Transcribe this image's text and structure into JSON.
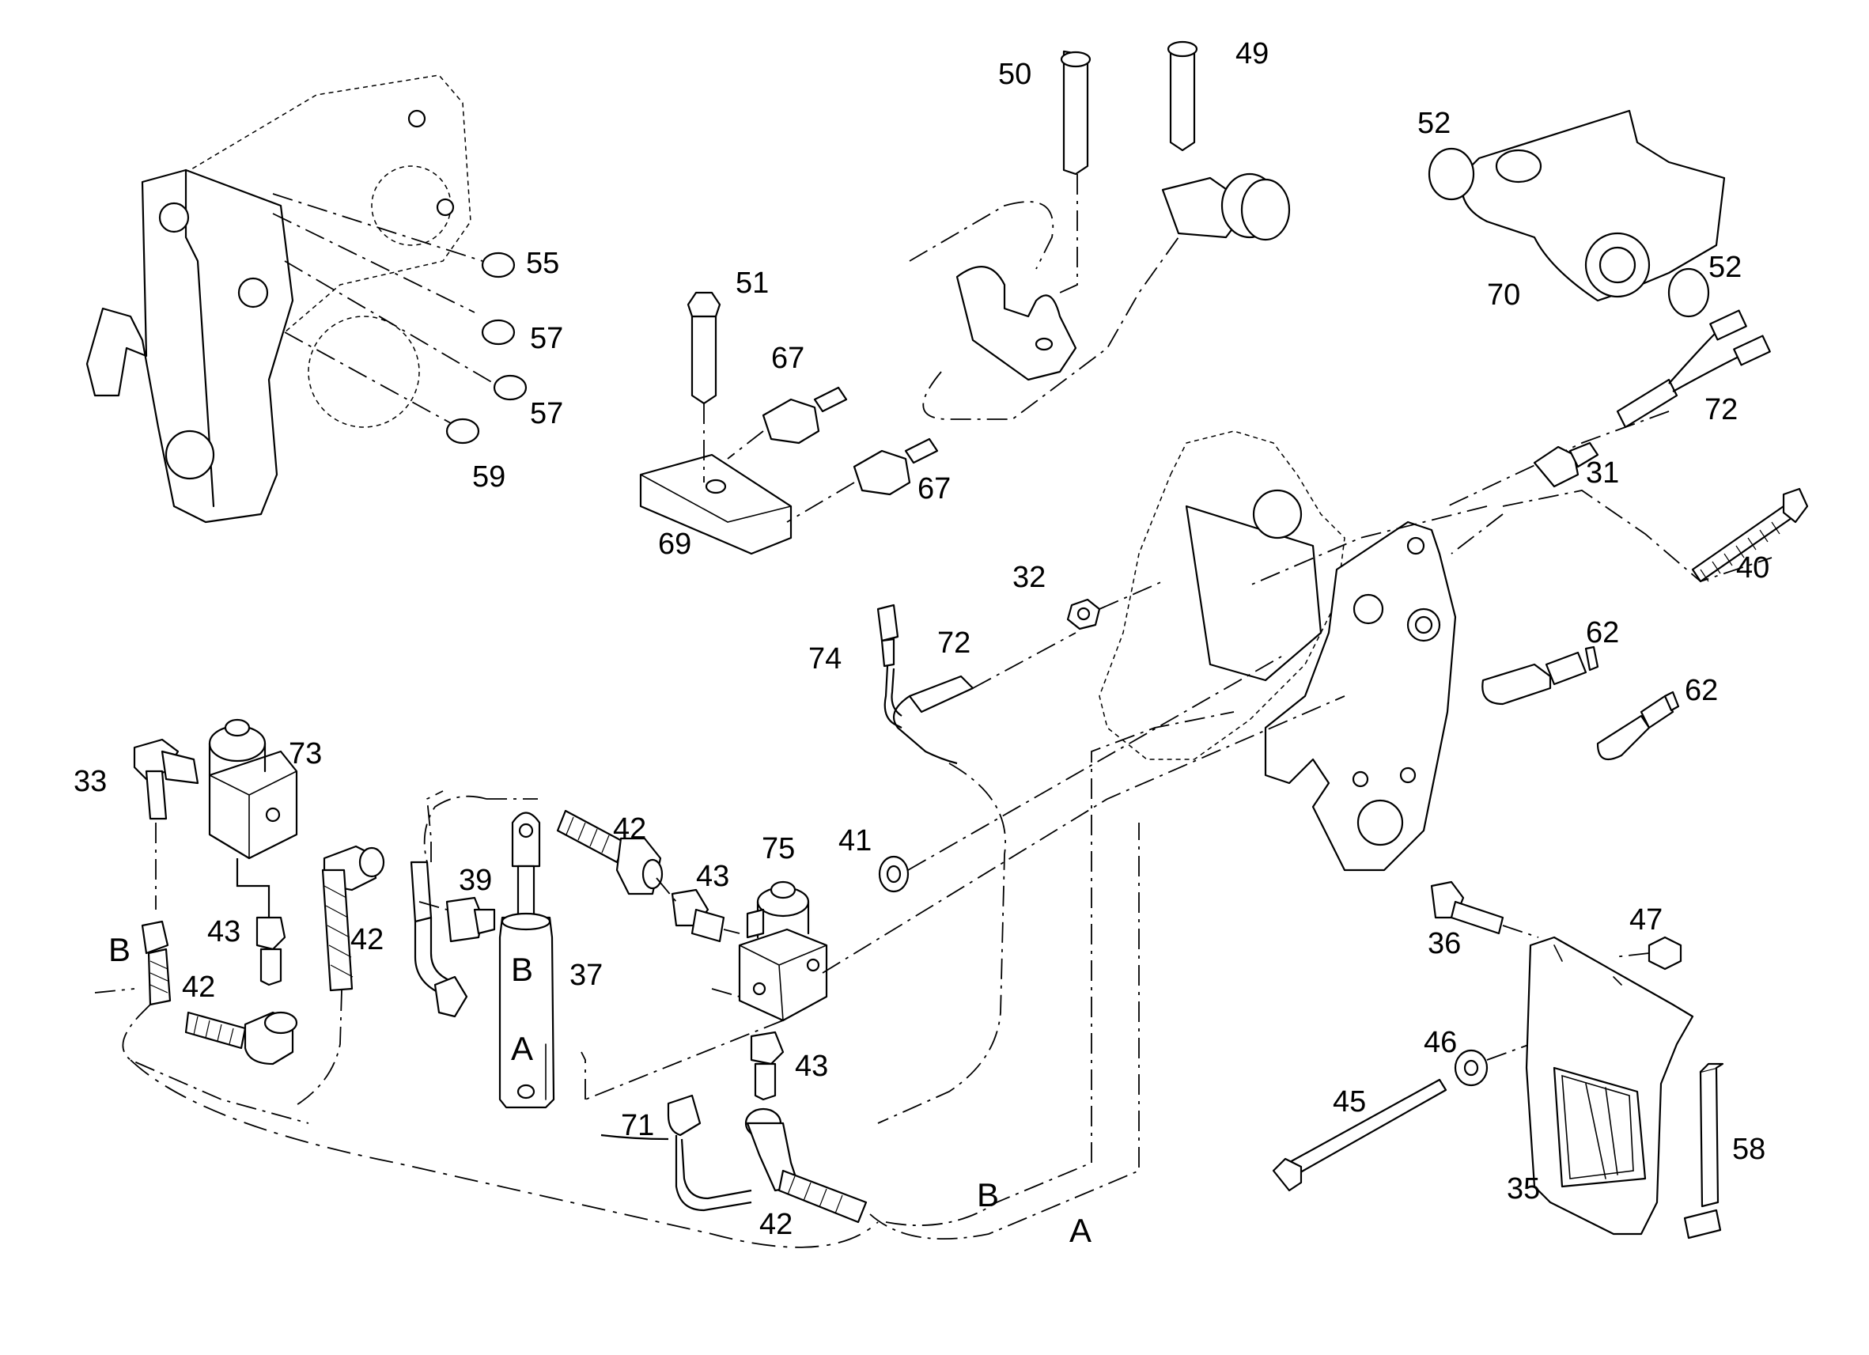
{
  "callouts": [
    {
      "id": "50",
      "text": "50"
    },
    {
      "id": "49",
      "text": "49"
    },
    {
      "id": "52a",
      "text": "52"
    },
    {
      "id": "52b",
      "text": "52"
    },
    {
      "id": "70",
      "text": "70"
    },
    {
      "id": "72a",
      "text": "72"
    },
    {
      "id": "55",
      "text": "55"
    },
    {
      "id": "57a",
      "text": "57"
    },
    {
      "id": "57b",
      "text": "57"
    },
    {
      "id": "59",
      "text": "59"
    },
    {
      "id": "51",
      "text": "51"
    },
    {
      "id": "67a",
      "text": "67"
    },
    {
      "id": "67b",
      "text": "67"
    },
    {
      "id": "69",
      "text": "69"
    },
    {
      "id": "31",
      "text": "31"
    },
    {
      "id": "40",
      "text": "40"
    },
    {
      "id": "32",
      "text": "32"
    },
    {
      "id": "74",
      "text": "74"
    },
    {
      "id": "72b",
      "text": "72"
    },
    {
      "id": "62a",
      "text": "62"
    },
    {
      "id": "62b",
      "text": "62"
    },
    {
      "id": "33",
      "text": "33"
    },
    {
      "id": "73",
      "text": "73"
    },
    {
      "id": "42a",
      "text": "42"
    },
    {
      "id": "43a",
      "text": "43"
    },
    {
      "id": "75",
      "text": "75"
    },
    {
      "id": "41",
      "text": "41"
    },
    {
      "id": "39",
      "text": "39"
    },
    {
      "id": "42b",
      "text": "42"
    },
    {
      "id": "43b",
      "text": "43"
    },
    {
      "id": "37",
      "text": "37"
    },
    {
      "id": "42c",
      "text": "42"
    },
    {
      "id": "43c",
      "text": "43"
    },
    {
      "id": "71",
      "text": "71"
    },
    {
      "id": "42d",
      "text": "42"
    },
    {
      "id": "36",
      "text": "36"
    },
    {
      "id": "47",
      "text": "47"
    },
    {
      "id": "46",
      "text": "46"
    },
    {
      "id": "45",
      "text": "45"
    },
    {
      "id": "58",
      "text": "58"
    },
    {
      "id": "35",
      "text": "35"
    }
  ],
  "port_letters": [
    {
      "id": "B1",
      "text": "B"
    },
    {
      "id": "B2",
      "text": "B"
    },
    {
      "id": "A1",
      "text": "A"
    },
    {
      "id": "B3",
      "text": "B"
    },
    {
      "id": "A2",
      "text": "A"
    }
  ]
}
